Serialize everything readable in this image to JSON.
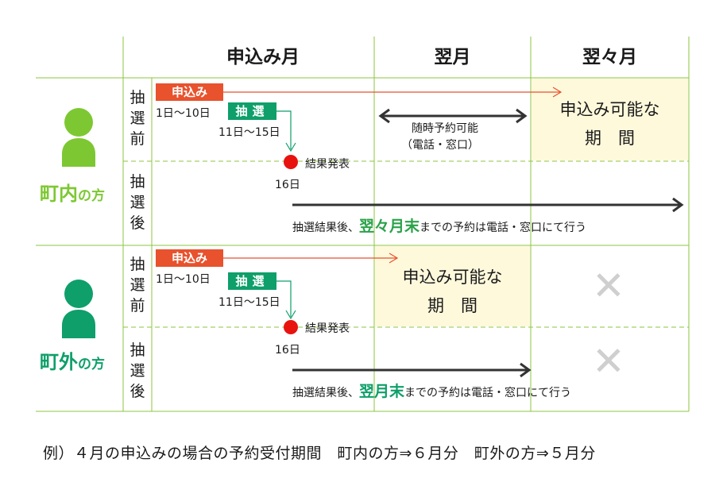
{
  "columns": {
    "apply_month": "申込み月",
    "next_month": "翌月",
    "month_after_next": "翌々月"
  },
  "phases": {
    "before": [
      "抽",
      "選",
      "前"
    ],
    "after": [
      "抽",
      "選",
      "後"
    ]
  },
  "groups": {
    "inside": {
      "label_main": "町内",
      "label_suffix": "の方",
      "color": "#7dc832",
      "after_note_prefix": "抽選結果後、",
      "after_note_highlight": "翌々月末",
      "after_note_suffix": "までの予約は電話・窓口にて行う"
    },
    "outside": {
      "label_main": "町外",
      "label_suffix": "の方",
      "color": "#0e9f6a",
      "after_note_prefix": "抽選結果後、",
      "after_note_highlight": "翌月末",
      "after_note_suffix": "までの予約は電話・窓口にて行う"
    }
  },
  "timeline": {
    "apply_tag": "申込み",
    "apply_period": "1日～10日",
    "lottery_tag": "抽選",
    "lottery_period": "11日～15日",
    "result_label": "結果発表",
    "result_day": "16日"
  },
  "anytime": {
    "line1": "随時予約可能",
    "line2": "（電話・窓口）"
  },
  "available": {
    "line1": "申込み可能な",
    "line2": "期　間"
  },
  "not_available_mark": "✕",
  "footer": "例）４月の申込みの場合の予約受付期間　町内の方⇒６月分　町外の方⇒５月分",
  "colors": {
    "accent_red": "#e8522d",
    "accent_green": "#0e9f6a",
    "light_green": "#7dc832",
    "available_bg": "#fff9dc",
    "grid": "#8cc63f"
  }
}
